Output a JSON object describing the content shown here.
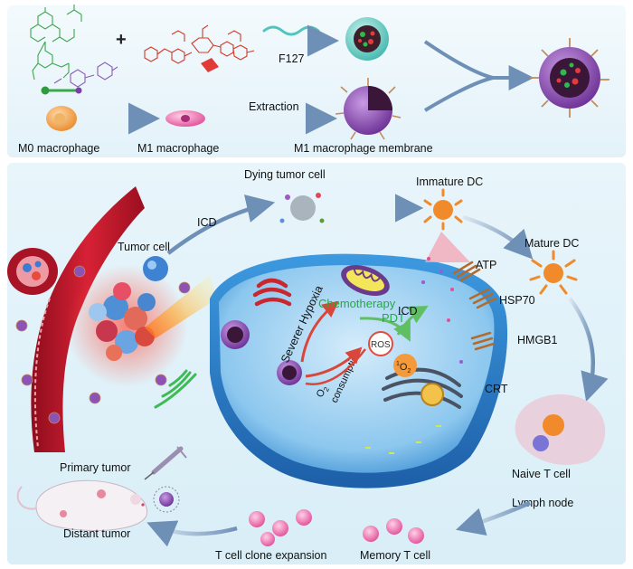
{
  "top_panel": {
    "plus": "+",
    "f127": "F127",
    "extraction": "Extraction",
    "m0": "M0 macrophage",
    "m1": "M1 macrophage",
    "m1_membrane": "M1 macrophage membrane"
  },
  "bottom_panel": {
    "dying_tumor_cell": "Dying tumor cell",
    "icd_top": "ICD",
    "immature_dc": "Immature DC",
    "mature_dc": "Mature DC",
    "tumor_cell": "Tumor cell",
    "chemotherapy": "Chemotherapy",
    "severe_hypoxia": "Severer Hypoxia",
    "o2_consumption_1": "O",
    "o2_consumption_sub": "2",
    "o2_consumption_2": "consumption",
    "ros": "ROS",
    "singlet_o2_sup": "1",
    "singlet_o2": "O",
    "singlet_o2_sub": "2",
    "pdt": "PDT",
    "icd_inner": "ICD",
    "atp": "ATP",
    "hsp70": "HSP70",
    "hmgb1": "HMGB1",
    "crt": "CRT",
    "naive_t_cell": "Naive T cell",
    "lymph_node": "Lymph node",
    "primary_tumor": "Primary tumor",
    "distant_tumor": "Distant tumor",
    "t_cell_clone": "T cell clone expansion",
    "memory_t_cell": "Memory T cell"
  },
  "colors": {
    "panel_bg": "#eaf6fb",
    "arrow": "#6f90b6",
    "cell_blue": "#2f86cf",
    "vessel": "#c7172b",
    "green_text": "#1fae3a",
    "nano_purple": "#7b3fa6"
  }
}
